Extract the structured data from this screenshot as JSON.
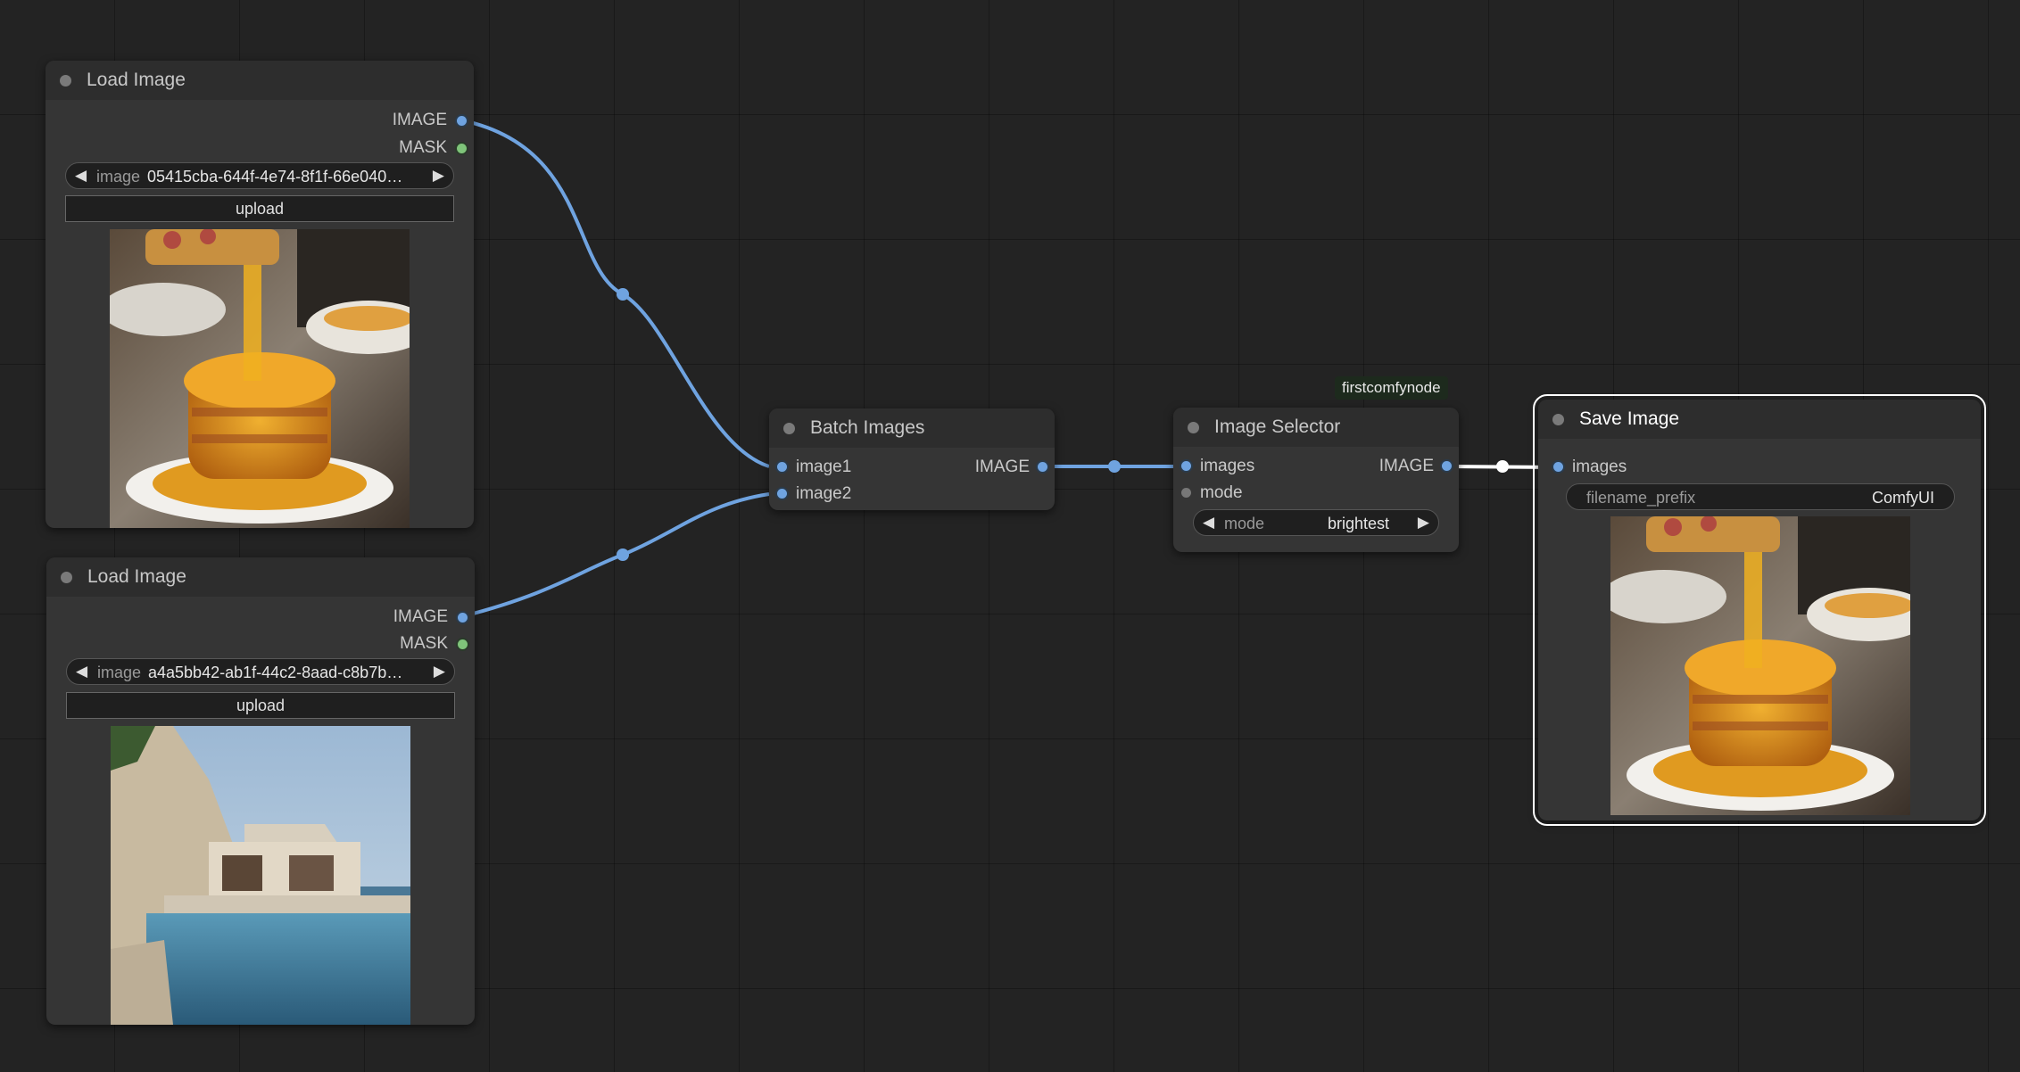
{
  "nodes": {
    "load_image_1": {
      "title": "Load Image",
      "outputs": [
        "IMAGE",
        "MASK"
      ],
      "widget_label": "image",
      "widget_value": "05415cba-644f-4e74-8f1f-66e040…",
      "upload_label": "upload"
    },
    "load_image_2": {
      "title": "Load Image",
      "outputs": [
        "IMAGE",
        "MASK"
      ],
      "widget_label": "image",
      "widget_value": "a4a5bb42-ab1f-44c2-8aad-c8b7b…",
      "upload_label": "upload"
    },
    "batch_images": {
      "title": "Batch Images",
      "inputs": [
        "image1",
        "image2"
      ],
      "output": "IMAGE"
    },
    "image_selector": {
      "badge": "firstcomfynode",
      "title": "Image Selector",
      "inputs": [
        "images",
        "mode"
      ],
      "output": "IMAGE",
      "widget_label": "mode",
      "widget_value": "brightest"
    },
    "save_image": {
      "title": "Save Image",
      "input": "images",
      "widget_label": "filename_prefix",
      "widget_value": "ComfyUI"
    }
  },
  "colors": {
    "canvas": "#232323",
    "node_body": "#353535",
    "node_title": "#2d2d2d",
    "image_link": "#6fa3e0",
    "mask_slot": "#7fc47a",
    "selected_outline": "#ffffff"
  },
  "icons": {
    "left_arrow": "◀",
    "right_arrow": "▶"
  }
}
